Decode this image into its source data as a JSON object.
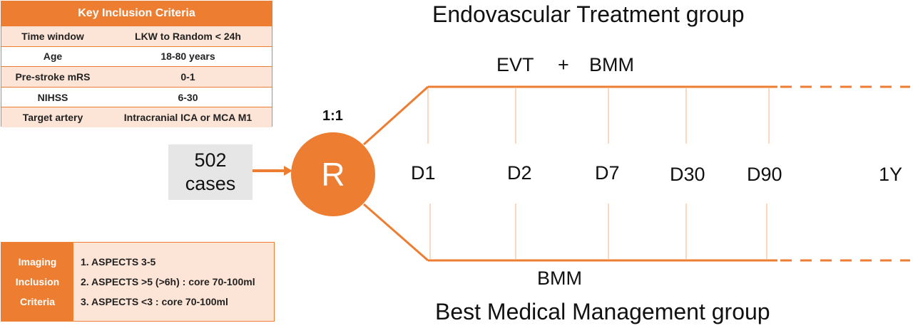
{
  "key_criteria": {
    "title": "Key Inclusion Criteria",
    "rows": [
      {
        "label": "Time window",
        "value": "LKW to Random < 24h"
      },
      {
        "label": "Age",
        "value": "18-80 years"
      },
      {
        "label": "Pre-stroke mRS",
        "value": "0-1"
      },
      {
        "label": "NIHSS",
        "value": "6-30"
      },
      {
        "label": "Target artery",
        "value": "Intracranial ICA or MCA M1"
      }
    ]
  },
  "imaging_criteria": {
    "label_lines": [
      "Imaging",
      "Inclusion",
      "Criteria"
    ],
    "items": [
      "1. ASPECTS 3-5",
      "2. ASPECTS >5 (>6h) : core 70-100ml",
      "3. ASPECTS <3 : core 70-100ml"
    ]
  },
  "cases": {
    "count": "502",
    "unit": "cases"
  },
  "randomization": {
    "symbol": "R",
    "ratio": "1:1"
  },
  "arms": {
    "top_group": "Endovascular Treatment group",
    "top_label_a": "EVT",
    "top_label_plus": "+",
    "top_label_b": "BMM",
    "bottom_group": "Best Medical Management group",
    "bottom_label": "BMM"
  },
  "timepoints": [
    "D1",
    "D2",
    "D7",
    "D30",
    "D90",
    "1Y"
  ],
  "colors": {
    "accent": "#ED7D31",
    "accent_light": "#FCE4D6",
    "cases_bg": "#E7E6E6",
    "tick": "#F4B183"
  }
}
